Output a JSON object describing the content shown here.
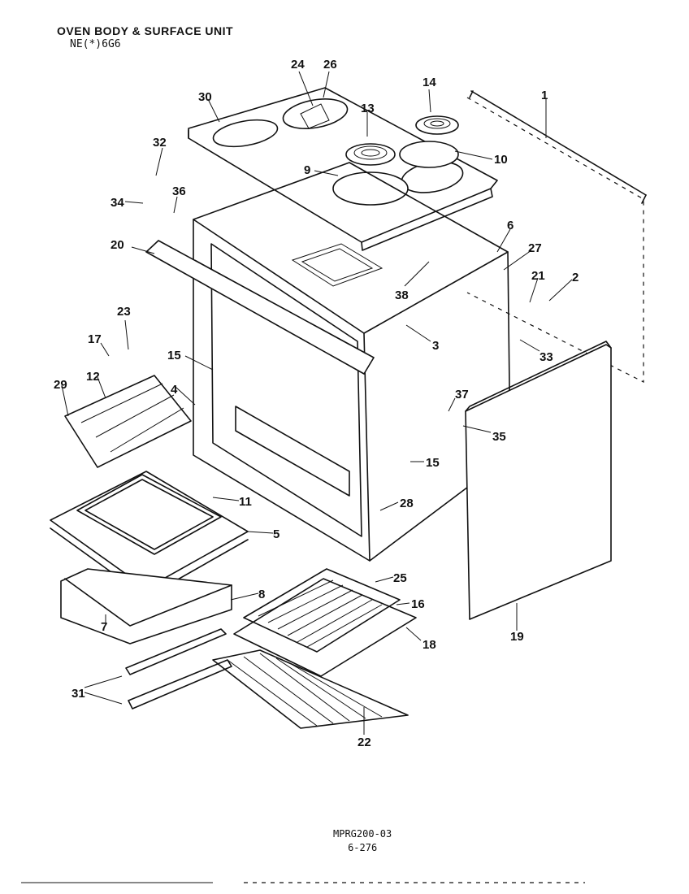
{
  "header": {
    "title": "OVEN BODY & SURFACE UNIT",
    "model": "NE(*)6G6"
  },
  "footer": {
    "code": "MPRG200-03",
    "page": "6-276"
  },
  "callouts": [
    "30",
    "24",
    "26",
    "14",
    "13",
    "1",
    "32",
    "10",
    "9",
    "34",
    "36",
    "6",
    "27",
    "20",
    "38",
    "21",
    "2",
    "3",
    "23",
    "17",
    "15",
    "33",
    "12",
    "29",
    "4",
    "37",
    "35",
    "15",
    "11",
    "28",
    "5",
    "25",
    "8",
    "16",
    "7",
    "18",
    "31",
    "19",
    "22"
  ]
}
